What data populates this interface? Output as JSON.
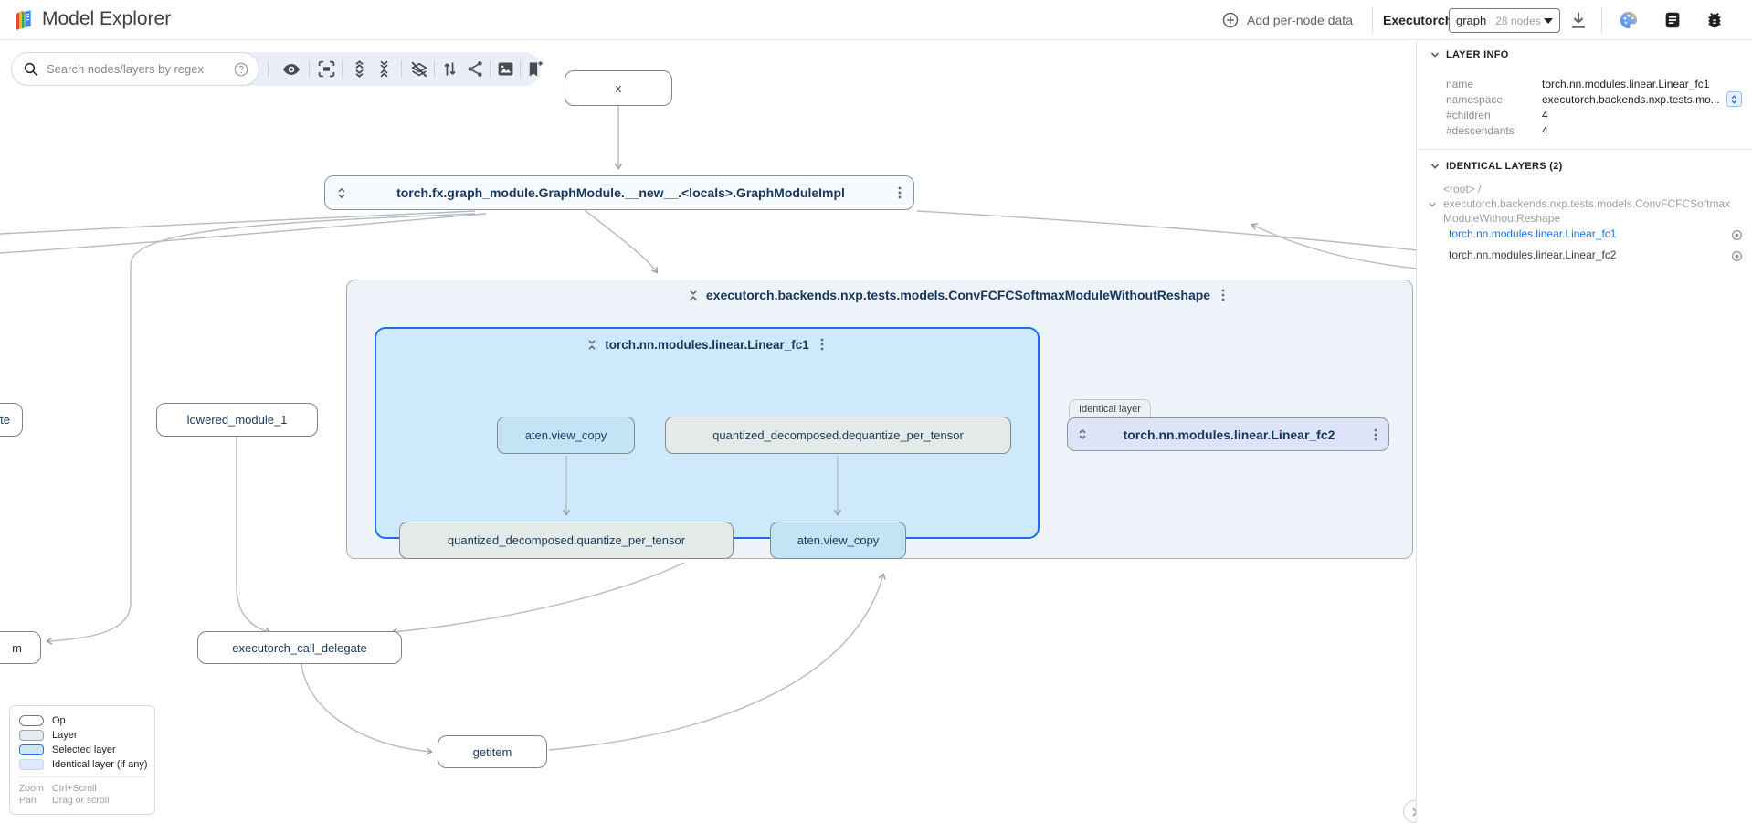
{
  "header": {
    "app_title": "Model Explorer",
    "add_per_node_data_label": "Add per-node data",
    "model_name": "Executorch",
    "graph_select": {
      "value": "graph",
      "nodes_count": "28 nodes"
    }
  },
  "toolbar": {
    "search_placeholder": "Search nodes/layers by regex"
  },
  "graph": {
    "node_x": "x",
    "graph_module": "torch.fx.graph_module.GraphModule.__new__.<locals>.GraphModuleImpl",
    "conv_layer": "executorch.backends.nxp.tests.models.ConvFCFCSoftmaxModuleWithoutReshape",
    "linear_fc1": "torch.nn.modules.linear.Linear_fc1",
    "linear_fc2": "torch.nn.modules.linear.Linear_fc2",
    "identical_layer_badge": "Identical layer",
    "op_view_copy_1": "aten.view_copy",
    "op_dequantize": "quantized_decomposed.dequantize_per_tensor",
    "op_quantize": "quantized_decomposed.quantize_per_tensor",
    "op_view_copy_2": "aten.view_copy",
    "lowered_module": "lowered_module_1",
    "call_delegate": "executorch_call_delegate",
    "getitem": "getitem",
    "partial_left_top": "ate",
    "partial_left_bottom": "m"
  },
  "legend": {
    "items": [
      {
        "label": "Op"
      },
      {
        "label": "Layer"
      },
      {
        "label": "Selected layer"
      },
      {
        "label": "Identical layer (if any)"
      }
    ],
    "zoom_label": "Zoom",
    "zoom_value": "Ctrl+Scroll",
    "pan_label": "Pan",
    "pan_value": "Drag or scroll"
  },
  "panel": {
    "layer_info": {
      "title": "LAYER INFO",
      "rows": [
        {
          "label": "name",
          "value": "torch.nn.modules.linear.Linear_fc1"
        },
        {
          "label": "namespace",
          "value": "executorch.backends.nxp.tests.mo..."
        },
        {
          "label": "#children",
          "value": "4"
        },
        {
          "label": "#descendants",
          "value": "4"
        }
      ]
    },
    "identical_layers": {
      "title": "IDENTICAL LAYERS (2)",
      "root": "<root> /",
      "group": "executorch.backends.nxp.tests.models.ConvFCFCSoftmaxModuleWithoutReshape",
      "items": [
        "torch.nn.modules.linear.Linear_fc1",
        "torch.nn.modules.linear.Linear_fc2"
      ]
    }
  },
  "colors": {
    "accent": "#1a73e8",
    "selected_layer_fill": "#cfe9fc",
    "identical_layer_fill": "#dde4f8"
  }
}
